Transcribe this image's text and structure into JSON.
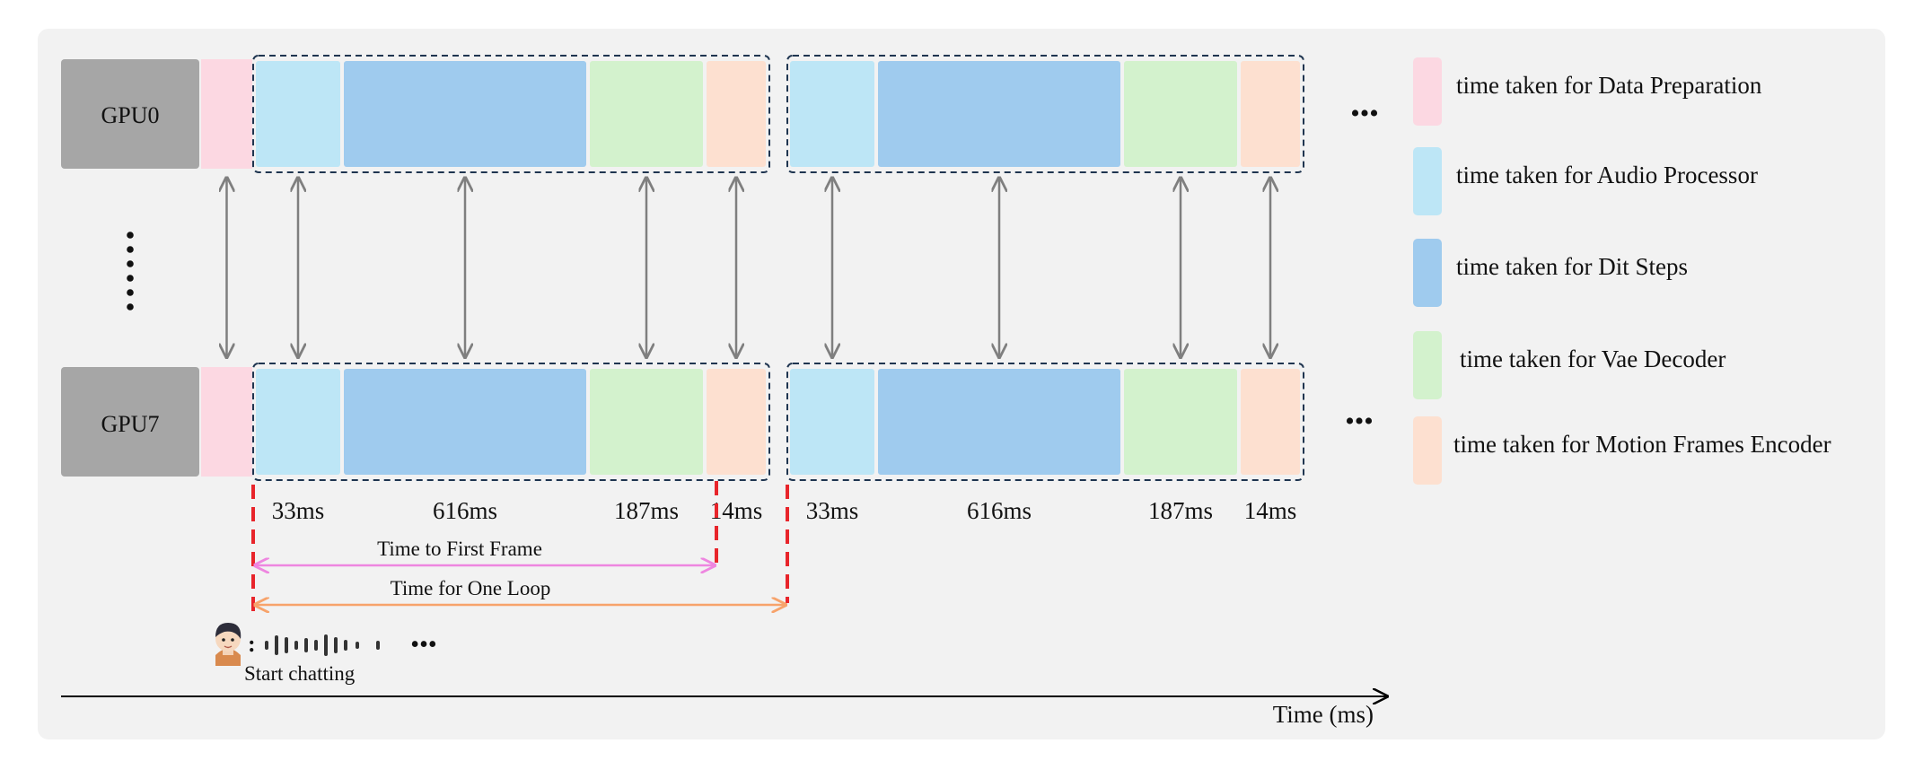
{
  "gpus": [
    {
      "label": "GPU0"
    },
    {
      "label": "GPU7"
    }
  ],
  "legend": [
    {
      "key": "data_prep",
      "label": "time taken for Data Preparation",
      "color": "#fcd8e2"
    },
    {
      "key": "audio",
      "label": "time taken for Audio Processor",
      "color": "#bde6f6"
    },
    {
      "key": "dit",
      "label": "time taken for Dit Steps",
      "color": "#9fcbee"
    },
    {
      "key": "vae",
      "label": "time taken for Vae Decoder",
      "color": "#d3f2cd"
    },
    {
      "key": "motion",
      "label": "time taken for Motion Frames Encoder",
      "color": "#fde0d0"
    }
  ],
  "stages": [
    {
      "key": "audio",
      "duration": "33ms"
    },
    {
      "key": "dit",
      "duration": "616ms"
    },
    {
      "key": "vae",
      "duration": "187ms"
    },
    {
      "key": "motion",
      "duration": "14ms"
    }
  ],
  "loops": 2,
  "continuation_glyph": "•••",
  "time_to_first_frame_label": "Time to First Frame",
  "time_for_one_loop_label": "Time for One Loop",
  "start_label": "Start chatting",
  "axis_label": "Time (ms)",
  "colors": {
    "gpu_box": "#a6a6a6",
    "panel": "#f2f2f2",
    "arrow": "#7f7f7f",
    "red_marker": "#e8252b",
    "ttff_arrow": "#ee86e0",
    "loop_arrow": "#f7a36b",
    "loop_border": "#1f3550"
  },
  "icons": {
    "avatar": "avatar-icon",
    "voice": "sound-wave-icon"
  }
}
